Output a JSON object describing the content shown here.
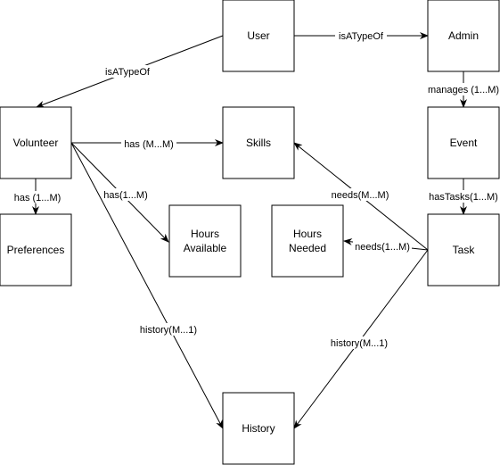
{
  "diagram": {
    "nodes": {
      "user": "User",
      "admin": "Admin",
      "volunteer": "Volunteer",
      "skills": "Skills",
      "event": "Event",
      "preferences": "Preferences",
      "hours_available": "Hours Available",
      "hours_needed": "Hours Needed",
      "task": "Task",
      "history": "History"
    },
    "edges": {
      "user_admin": "isATypeOf",
      "user_volunteer": "isATypeOf",
      "admin_event": "manages (1...M)",
      "volunteer_skills": "has (M...M)",
      "volunteer_preferences": "has (1...M)",
      "volunteer_hours_available": "has(1...M)",
      "volunteer_history": "history(M...1)",
      "event_task": "hasTasks(1...M)",
      "task_skills": "needs(M...M)",
      "task_hours_needed": "needs(1...M)",
      "task_history": "history(M...1)"
    }
  }
}
